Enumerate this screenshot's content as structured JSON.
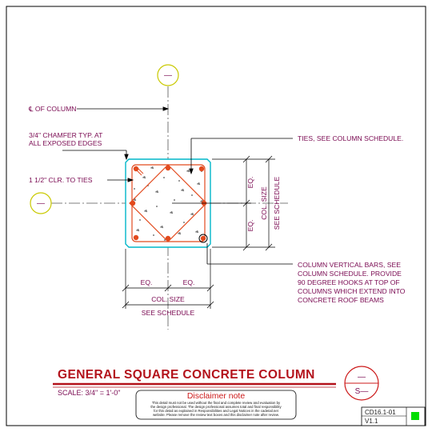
{
  "grid_bubbles": {
    "top": "—",
    "left": "—"
  },
  "labels": {
    "centerline": "℄ OF COLUMN",
    "chamfer_line1": "3/4\" CHAMFER TYP. AT",
    "chamfer_line2": "ALL EXPOSED EDGES",
    "clearance": "1 1/2\" CLR. TO TIES",
    "ties": "TIES, SEE COLUMN SCHEDULE.",
    "vertical_bars_lines": [
      "COLUMN VERTICAL BARS, SEE",
      "COLUMN SCHEDULE. PROVIDE",
      "90 DEGREE HOOKS AT TOP OF",
      "COLUMNS WHICH EXTEND INTO",
      "CONCRETE ROOF BEAMS"
    ]
  },
  "dimensions": {
    "eq": "EQ.",
    "col_size": "COL. SIZE",
    "see_schedule": "SEE SCHEDULE"
  },
  "title_block": {
    "title": "GENERAL SQUARE CONCRETE COLUMN",
    "scale": "SCALE: 3/4\" = 1'-0\"",
    "disclaimer_title": "Disclaimer note",
    "disclaimer_lines": [
      "This detail must not be used without the final and complete review and evaluation by",
      "the design professional. The design professional assumes total and final responsibility",
      "for this detail as explained in Responsibilities and Legal Notices in the cadetail.net",
      "website. Please remove the review text boxes and this disclaimer note after review."
    ],
    "section_top": "—",
    "section_bottom": "S—",
    "detail_number": "CD16.1-01",
    "version": "V1.1",
    "status_color": "#00dd00"
  },
  "colors": {
    "column_outline": "#00b7c9",
    "rebar": "#e24a1e",
    "lines": "#000000",
    "text": "#7a0a52",
    "title": "#b3121b"
  }
}
